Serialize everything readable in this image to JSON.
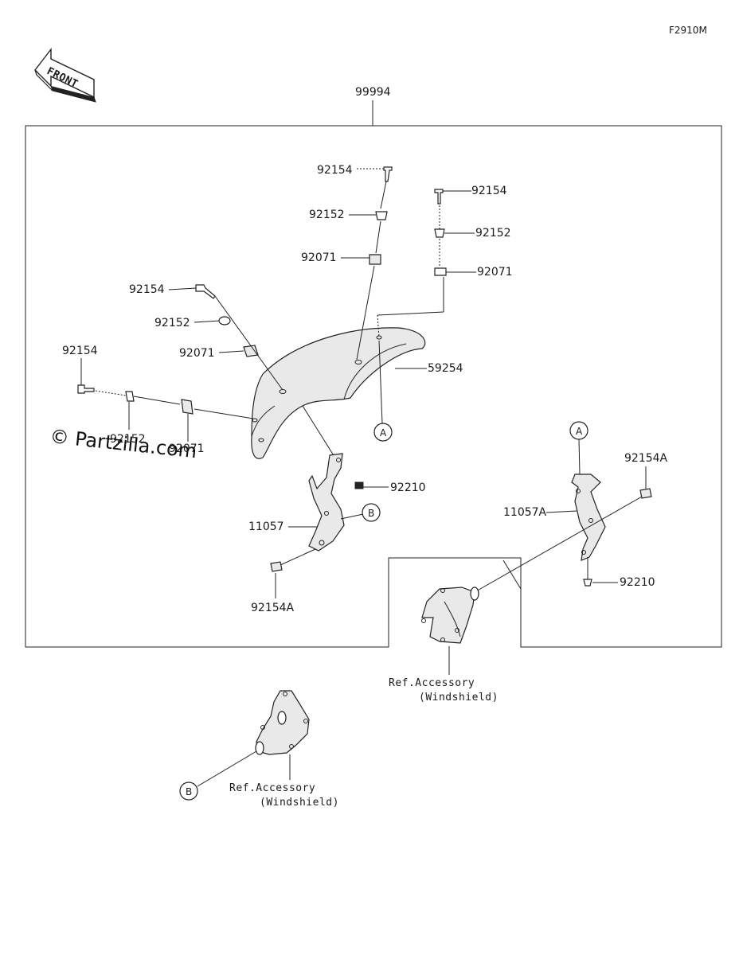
{
  "diagram": {
    "code": "F2910M",
    "front_label": "FRONT",
    "kit_number": "99994",
    "watermark": "© Partzilla.com",
    "callouts": {
      "a": "A",
      "b": "B"
    },
    "parts": {
      "bolt_top": "92154",
      "collar_top": "92152",
      "grommet_top": "92071",
      "bolt_right": "92154",
      "collar_right": "92152",
      "grommet_right": "92071",
      "bolt_left_upper": "92154",
      "collar_left_upper": "92152",
      "grommet_left_upper": "92071",
      "bolt_left_lower": "92154",
      "collar_left_lower": "92152",
      "grommet_left_lower": "92071",
      "windshield": "59254",
      "nut_left": "92210",
      "bracket_left": "11057",
      "bolt_bracket_left": "92154A",
      "bolt_bracket_right": "92154A",
      "bracket_right": "11057A",
      "nut_right": "92210"
    },
    "ref_accessory_1": "Ref.Accessory",
    "ref_accessory_1_sub": "(Windshield)",
    "ref_accessory_2": "Ref.Accessory",
    "ref_accessory_2_sub": "(Windshield)"
  }
}
